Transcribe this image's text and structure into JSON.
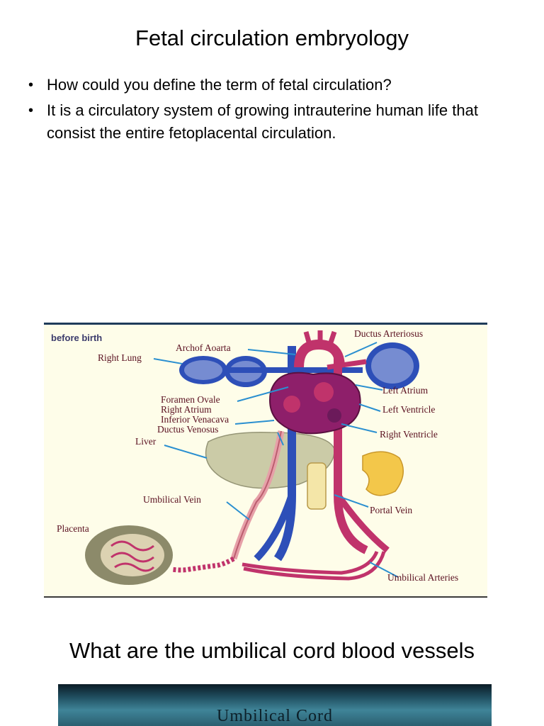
{
  "slide1": {
    "title": "Fetal circulation embryology",
    "bullets": [
      "How could you define the term of fetal circulation?",
      "It is a circulatory system of growing intrauterine human life that consist the entire fetoplacental circulation."
    ]
  },
  "diagram": {
    "labels": {
      "before_birth": "before birth",
      "ductus_arteriosus": "Ductus Arteriosus",
      "arch_of_aorta": "Archof Aoarta",
      "right_lung": "Right Lung",
      "left_atrium": "Left Atrium",
      "foramen_ovale": "Foramen Ovale",
      "right_atrium": "Right Atrium",
      "inferior_venacava": "Inferior Venacava",
      "ductus_venosus": "Ductus Venosus",
      "left_ventricle": "Left Ventricle",
      "right_ventricle": "Right Ventricle",
      "liver": "Liver",
      "umbilical_vein": "Umbilical Vein",
      "portal_vein": "Portal Vein",
      "placenta": "Placenta",
      "umbilical_arteries": "Umbilical Arteries"
    },
    "colors": {
      "background": "#fefde9",
      "vein_blue": "#2d4fb8",
      "artery_pink": "#c0336b",
      "label_text": "#5a1020",
      "pointer_lines": "#2a8fd0"
    }
  },
  "slide2": {
    "title": "What are the umbilical cord blood vessels",
    "banner_title": "Umbilical Cord"
  }
}
